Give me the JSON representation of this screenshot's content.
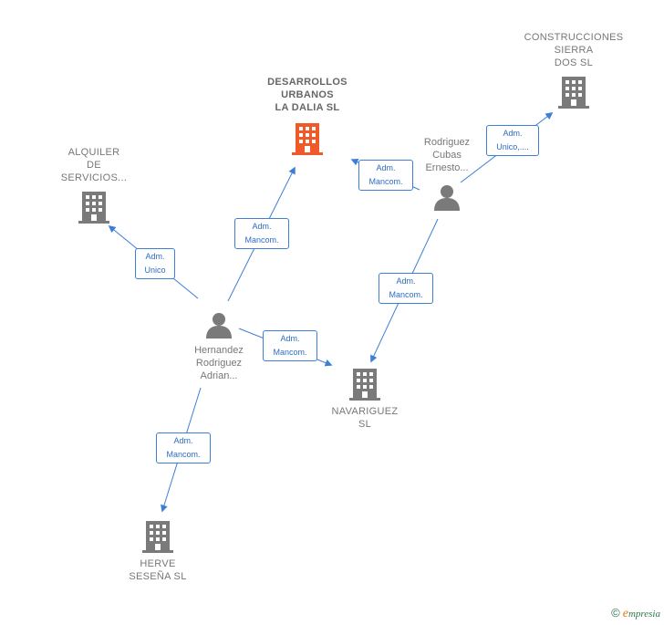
{
  "colors": {
    "edge": "#3d7fd6",
    "building": "#7a7a7a",
    "building_focus": "#f05a28",
    "person": "#7a7a7a"
  },
  "nodes": {
    "desarrollos": {
      "label": "DESARROLLOS\nURBANOS\nLA DALIA  SL",
      "icon": "building-icon"
    },
    "construcciones": {
      "label": "CONSTRUCCIONES\nSIERRA\nDOS SL",
      "icon": "building-icon"
    },
    "alquiler": {
      "label": "ALQUILER\nDE\nSERVICIOS...",
      "icon": "building-icon"
    },
    "navariguez": {
      "label": "NAVARIGUEZ\nSL",
      "icon": "building-icon"
    },
    "herve": {
      "label": "HERVE\nSESEÑA  SL",
      "icon": "building-icon"
    },
    "rodriguez_cubas": {
      "label": "Rodriguez\nCubas\nErnesto...",
      "icon": "person-icon"
    },
    "hernandez": {
      "label": "Hernandez\nRodriguez\nAdrian...",
      "icon": "person-icon"
    }
  },
  "edges": {
    "hern_desarrollos": "Adm.\nMancom.",
    "hern_alquiler": "Adm.\nUnico",
    "hern_navariguez": "Adm.\nMancom.",
    "hern_herve": "Adm.\nMancom.",
    "rod_desarrollos": "Adm.\nMancom.",
    "rod_construcciones": "Adm.\nUnico,....",
    "rod_navariguez": "Adm.\nMancom."
  },
  "footer": {
    "copyright": "©",
    "brand_e": "e",
    "brand_rest": "mpresia"
  }
}
